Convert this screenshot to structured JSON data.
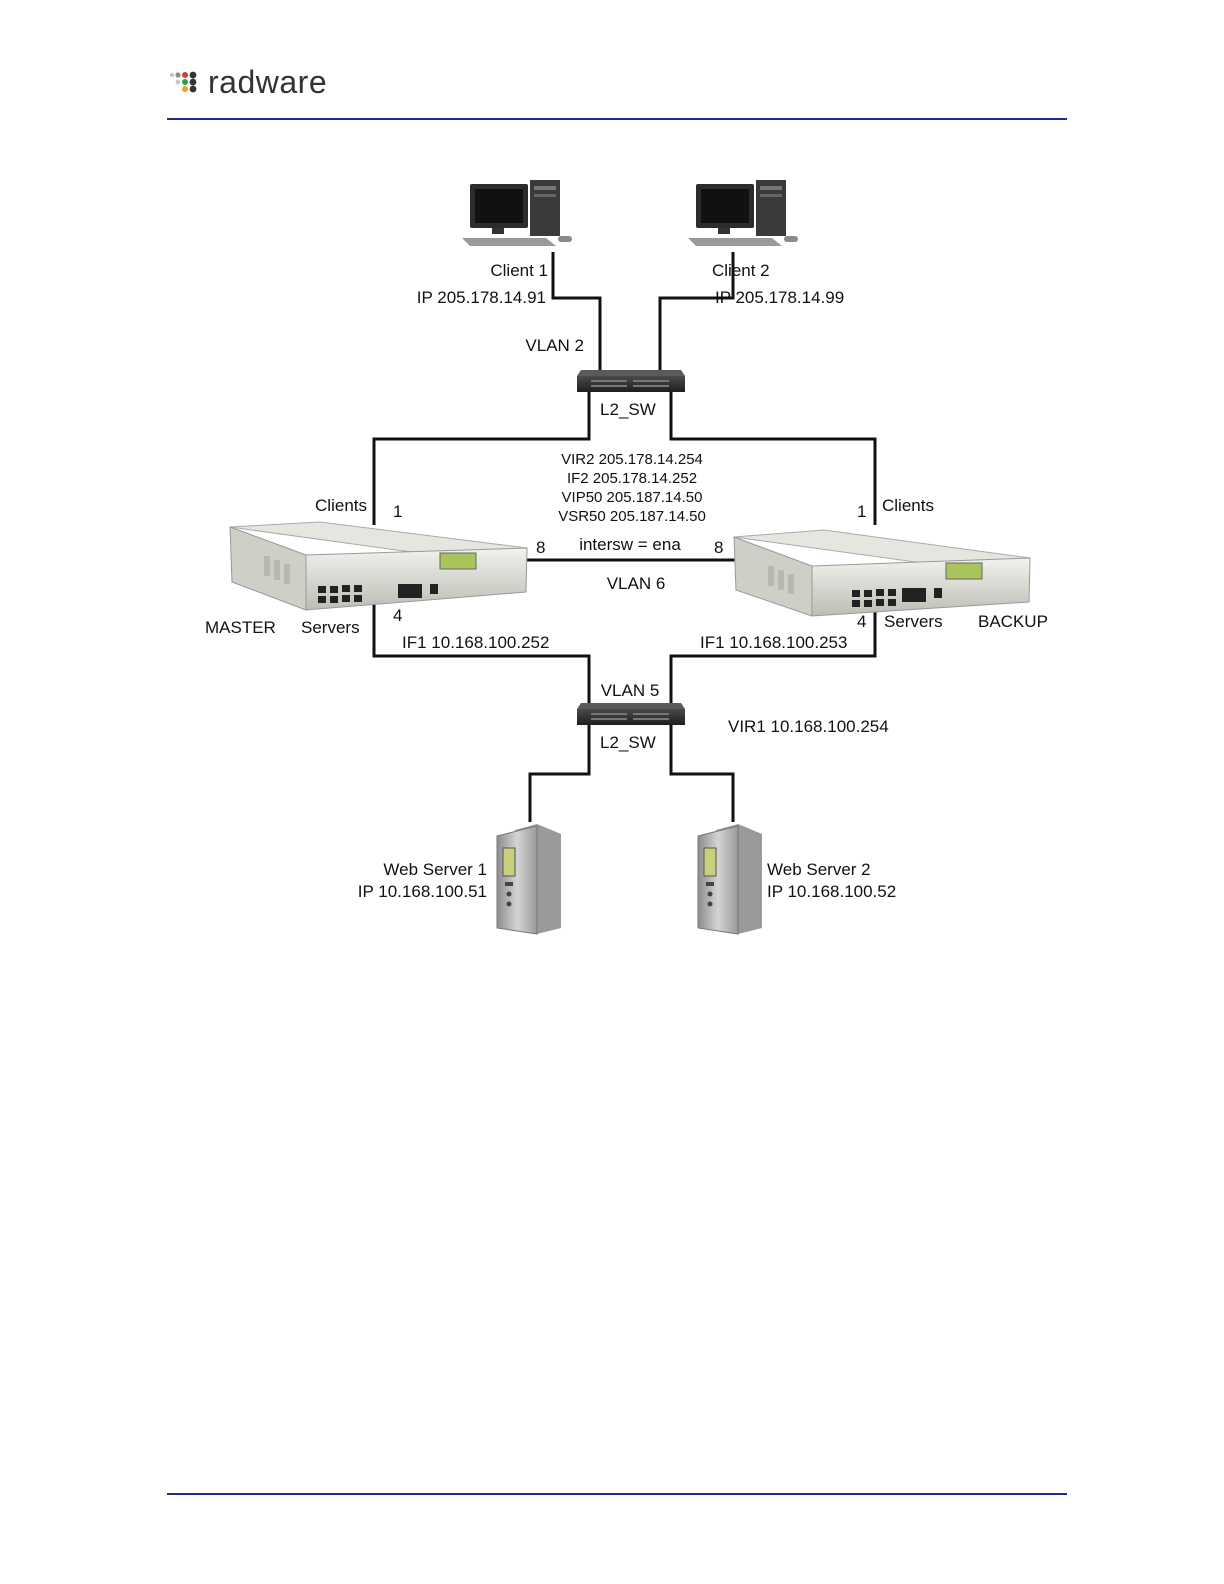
{
  "header": {
    "brand": "radware",
    "colors": {
      "rule": "#1f2a8a",
      "logo_dots": [
        "#c7c7c7",
        "#8a8a8a",
        "#e03a2a",
        "#2aa04a",
        "#f0a020",
        "#333333"
      ]
    }
  },
  "diagram": {
    "clients": [
      {
        "name": "Client 1",
        "ip": "IP 205.178.14.91"
      },
      {
        "name": "Client 2",
        "ip": "IP 205.178.14.99"
      }
    ],
    "vlan_top": "VLAN 2",
    "switch_top_label": "L2_SW",
    "center_block": [
      "VIR2 205.178.14.254",
      "IF2 205.178.14.252",
      "VIP50 205.187.14.50",
      "VSR50 205.187.14.50"
    ],
    "intersw": "intersw = ena",
    "vlan_mid": "VLAN 6",
    "master": {
      "name": "MASTER",
      "clients_label": "Clients",
      "servers_label": "Servers",
      "port_clients": "1",
      "port_servers": "4",
      "port_inter": "8",
      "if": "IF1 10.168.100.252"
    },
    "backup": {
      "name": "BACKUP",
      "clients_label": "Clients",
      "servers_label": "Servers",
      "port_clients": "1",
      "port_servers": "4",
      "port_inter": "8",
      "if": "IF1 10.168.100.253"
    },
    "vlan_bottom": "VLAN 5",
    "switch_bottom_label": "L2_SW",
    "vir1": "VIR1 10.168.100.254",
    "servers": [
      {
        "name": "Web Server 1",
        "ip": "IP 10.168.100.51"
      },
      {
        "name": "Web Server 2",
        "ip": "IP 10.168.100.52"
      }
    ]
  }
}
